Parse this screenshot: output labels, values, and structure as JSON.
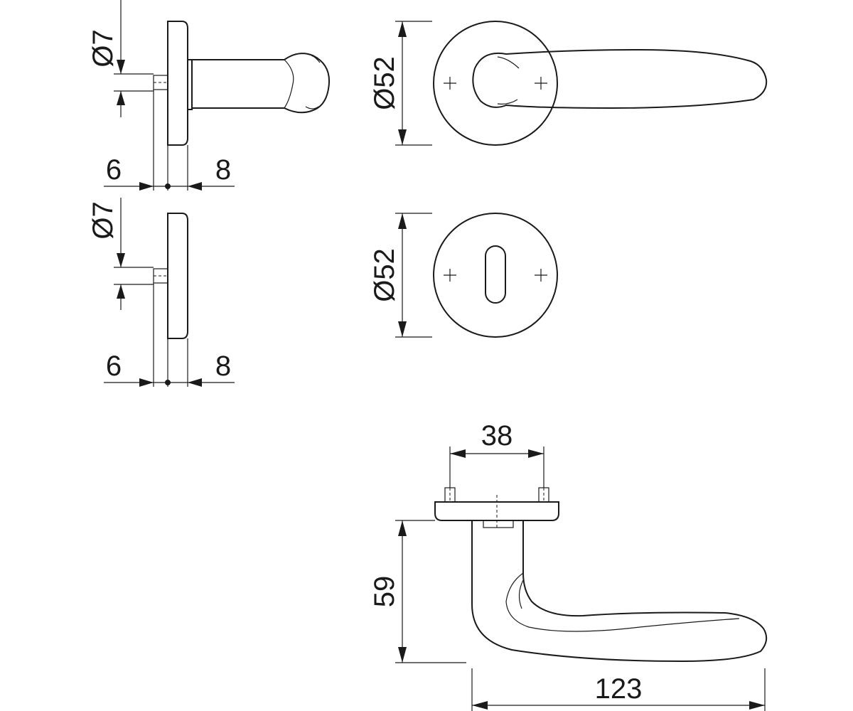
{
  "drawing": {
    "labels": {
      "rose_pin_diameter": "Ø7",
      "rose_inner_offset": "6",
      "rose_outer_offset": "8",
      "escutcheon_pin_diameter": "Ø7",
      "escutcheon_inner_offset": "6",
      "escutcheon_outer_offset": "8",
      "rose_diameter": "Ø52",
      "escutcheon_diameter": "Ø52",
      "screw_spacing": "38",
      "lever_projection": "59",
      "lever_length": "123"
    },
    "colors": {
      "line": "#1a1a1a",
      "background": "#ffffff"
    }
  }
}
